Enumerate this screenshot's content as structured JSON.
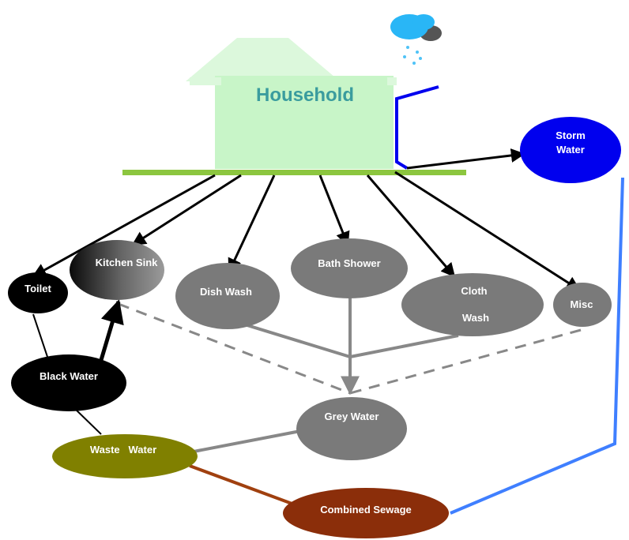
{
  "house": {
    "label": "Household"
  },
  "nodes": {
    "storm_water": {
      "line1": "Storm",
      "line2": "Water"
    },
    "toilet": "Toilet",
    "kitchen_sink": "Kitchen Sink",
    "dish_wash": "Dish Wash",
    "bath_shower": "Bath Shower",
    "cloth_wash": {
      "line1": "Cloth",
      "line2": "Wash"
    },
    "misc": "Misc",
    "black_water": "Black Water",
    "grey_water": "Grey Water",
    "waste_water": "Waste   Water",
    "combined_sewage": "Combined Sewage"
  },
  "colors": {
    "house": "#c8f5c8",
    "ground": "#8cc63f",
    "storm": "#0000ee",
    "rain_cloud": "#29b6f6",
    "grey_node": "#7a7a7a",
    "black_node": "#000000",
    "waste_node": "#808000",
    "sewage_node": "#8b2e0a",
    "sewage_link": "#a0400f",
    "storm_link": "#3f7fff"
  },
  "icons": [
    "house-icon",
    "rain-cloud-icon"
  ]
}
